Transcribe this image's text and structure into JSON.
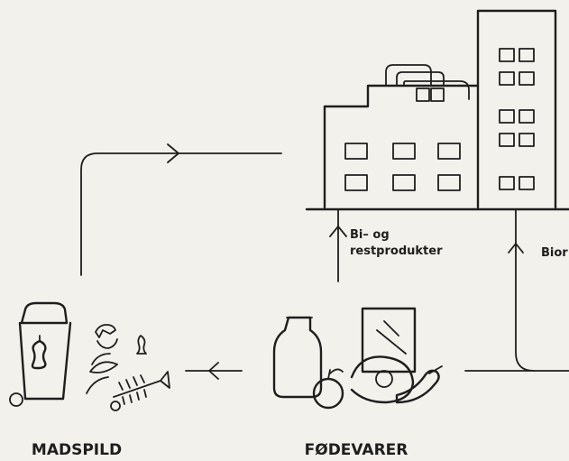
{
  "nodes": {
    "food_waste": {
      "label": "MADSPILD"
    },
    "food_products": {
      "label": "FØDEVARER"
    },
    "factory": {
      "label": ""
    }
  },
  "flows": [
    {
      "from": "food_waste",
      "to": "factory",
      "label_lines": []
    },
    {
      "from": "food_products",
      "to": "factory",
      "label_lines": [
        "Bi– og",
        "restprodukter"
      ]
    },
    {
      "from": "food_products",
      "to": "factory",
      "label_lines": [
        "Bior"
      ]
    },
    {
      "from": "food_products",
      "to": "food_waste",
      "label_lines": []
    }
  ],
  "colors": {
    "background": "#f3f1ec",
    "line": "#1e1e1e"
  }
}
